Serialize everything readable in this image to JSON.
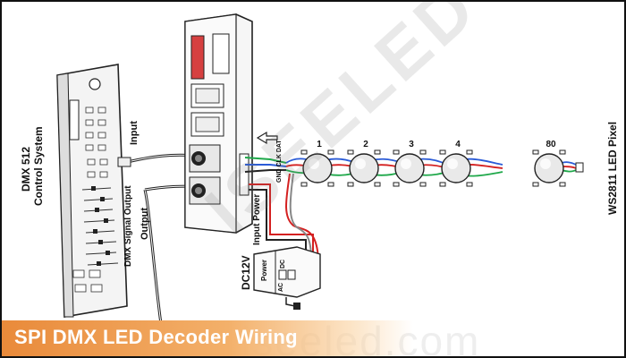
{
  "title": "SPI DMX LED Decoder Wiring",
  "watermark": "ISEELED",
  "watermark_url": "www.iseeled.com",
  "console": {
    "label_line1": "DMX 512",
    "label_line2": "Control System"
  },
  "labels": {
    "input": "Input",
    "output": "Output",
    "dmx_signal_output": "DMX Signal Output",
    "input_power": "Input Power",
    "pins": "GND CLK DAT",
    "power_supply": "DC12V",
    "psu_power": "Power",
    "psu_ac": "AC",
    "psu_dc": "DC",
    "strip": "WS2811 LED Pixel"
  },
  "pixels": [
    "1",
    "2",
    "3",
    "4",
    "80"
  ],
  "colors": {
    "red_wire": "#d42020",
    "green_wire": "#1fa84a",
    "blue_wire": "#2a5bd7",
    "banner": "#e98a3a"
  }
}
